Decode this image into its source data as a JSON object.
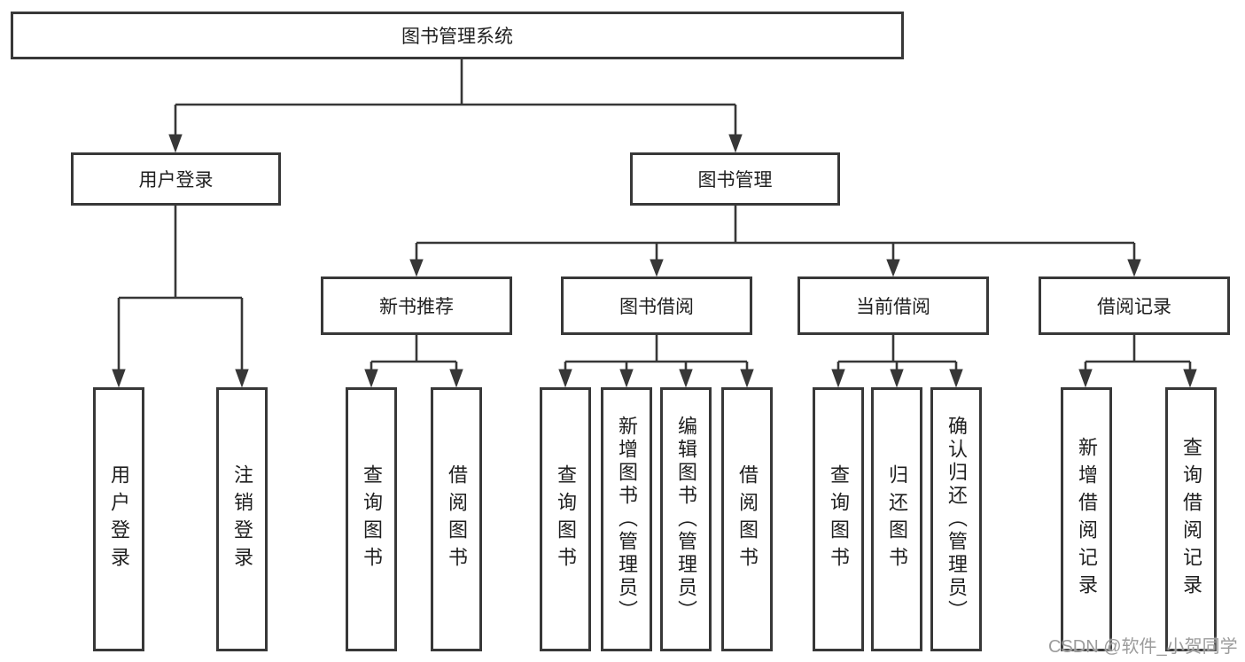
{
  "tree": {
    "label": "图书管理系统",
    "children": [
      {
        "label": "用户登录",
        "children": [
          {
            "label": "用户登录"
          },
          {
            "label": "注销登录"
          }
        ]
      },
      {
        "label": "图书管理",
        "children": [
          {
            "label": "新书推荐",
            "children": [
              {
                "label": "查询图书"
              },
              {
                "label": "借阅图书"
              }
            ]
          },
          {
            "label": "图书借阅",
            "children": [
              {
                "label": "查询图书"
              },
              {
                "label": "新增图书（管理员）"
              },
              {
                "label": "编辑图书（管理员）"
              },
              {
                "label": "借阅图书"
              }
            ]
          },
          {
            "label": "当前借阅",
            "children": [
              {
                "label": "查询图书"
              },
              {
                "label": "归还图书"
              },
              {
                "label": "确认归还（管理员）"
              }
            ]
          },
          {
            "label": "借阅记录",
            "children": [
              {
                "label": "新增借阅记录"
              },
              {
                "label": "查询借阅记录"
              }
            ]
          }
        ]
      }
    ]
  },
  "watermark": "CSDN @软件_小贺同学",
  "colors": {
    "line": "#373737",
    "box_border": "#383838",
    "text": "#1f1f1f",
    "watermark": "#9c9c9c",
    "background": "#ffffff"
  }
}
